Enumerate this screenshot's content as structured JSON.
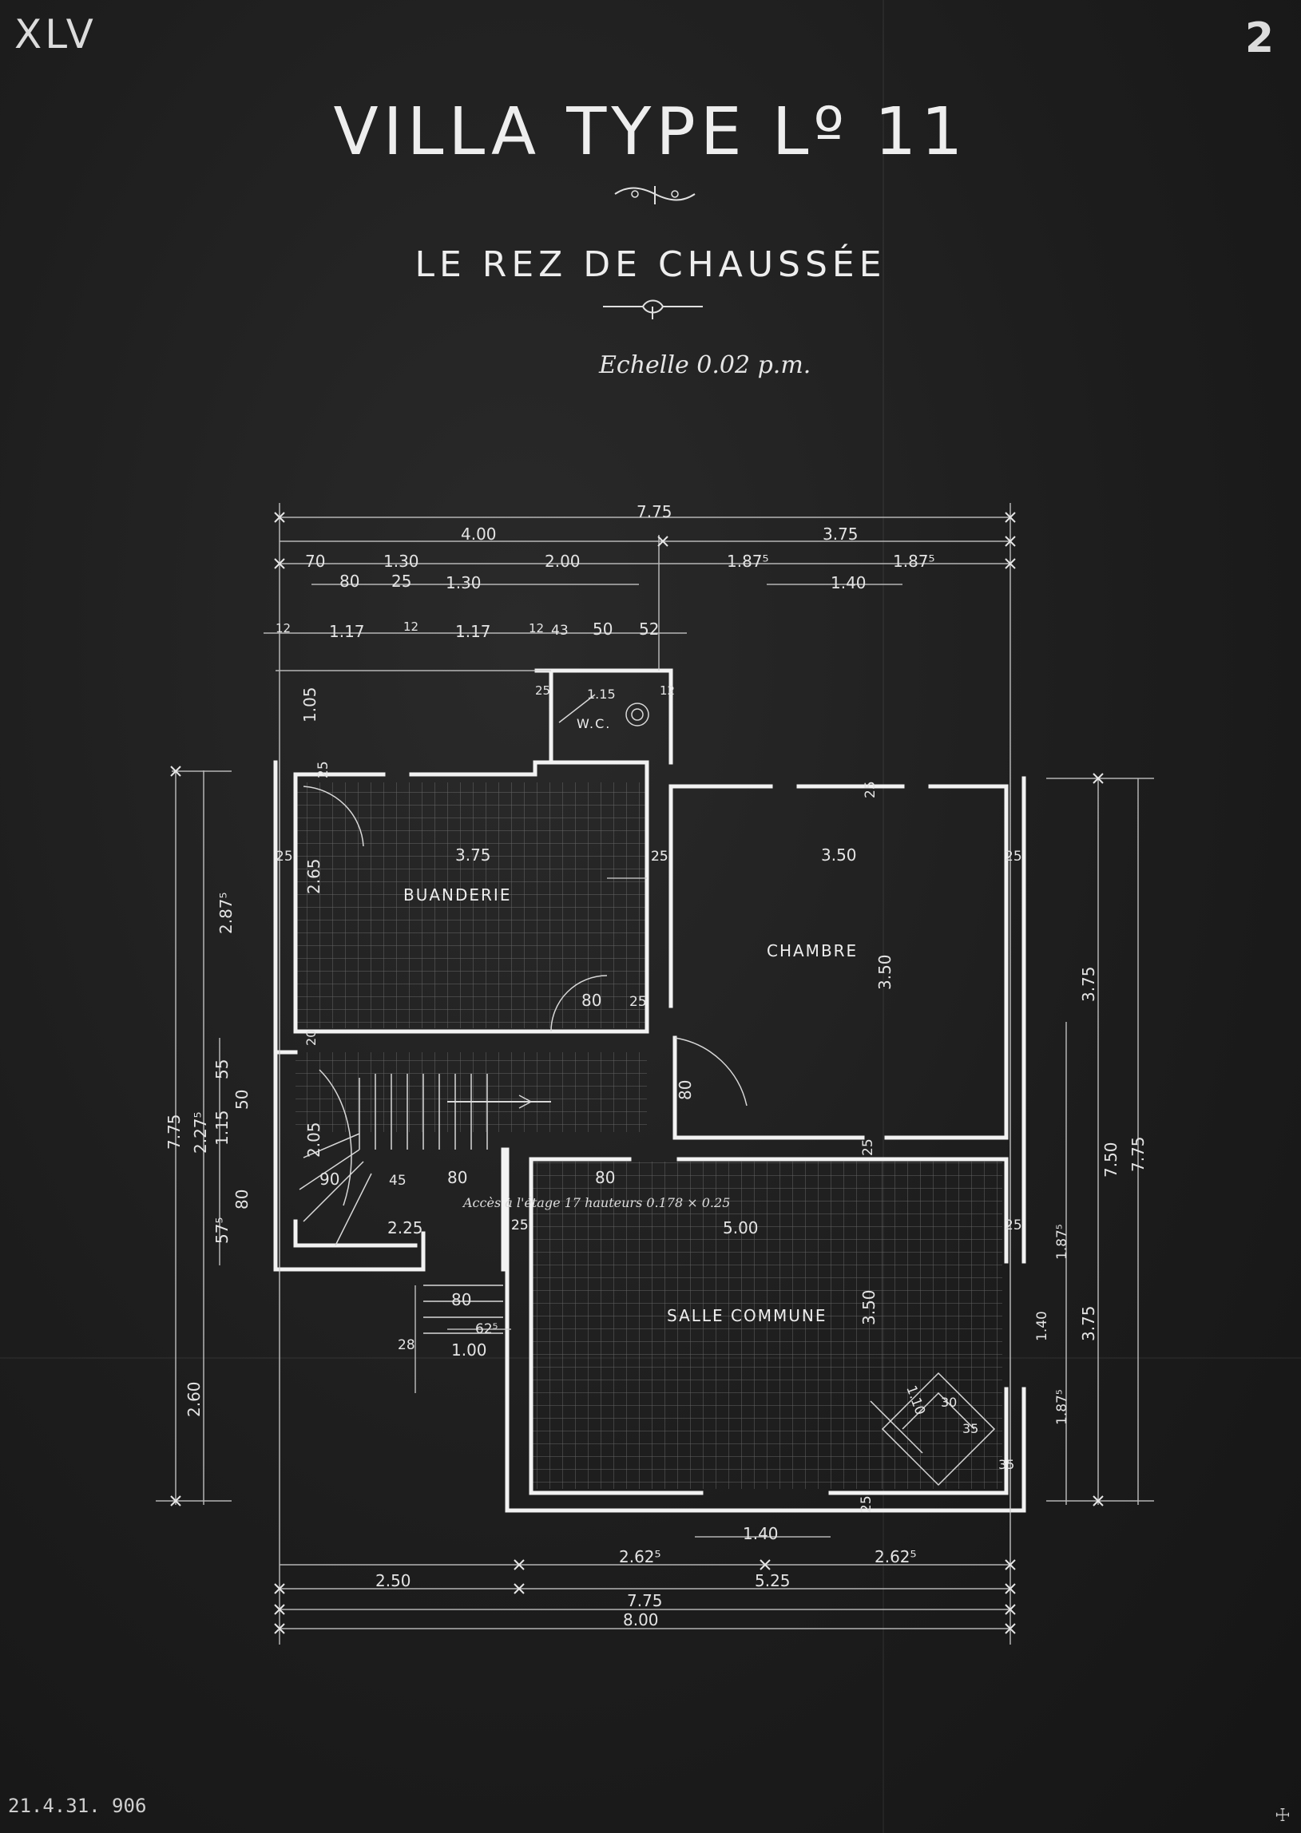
{
  "sheet": {
    "code": "XLV",
    "number": "2",
    "date_note": "21.4.31. 906"
  },
  "titles": {
    "main": "VILLA TYPE Lº 11",
    "sub": "LE REZ DE CHAUSSÉE",
    "scale": "Echelle 0.02 p.m."
  },
  "rooms": {
    "buanderie": "BUANDERIE",
    "chambre": "CHAMBRE",
    "salle": "SALLE COMMUNE",
    "wc": "W.C."
  },
  "notes": {
    "stair": "Accès à l'étage 17 hauteurs 0.178 × 0.25"
  },
  "dims": {
    "top_total": "7.75",
    "top_left": "4.00",
    "top_right": "3.75",
    "t_70": "70",
    "t_130a": "1.30",
    "t_200": "2.00",
    "t_187a": "1.87⁵",
    "t_187b": "1.87⁵",
    "t_80": "80",
    "t_25": "25",
    "t_130b": "1.30",
    "t_140top": "1.40",
    "r_12a": "12",
    "r_117a": "1.17",
    "r_12b": "12",
    "r_117b": "1.17",
    "r_12c": "12",
    "r_43": "43",
    "r_50": "50",
    "r_52": "52",
    "wc_115": "1.15",
    "wc_12": "12",
    "wc_25": "25",
    "v_105": "1.05",
    "b_25top": "25",
    "b_width": "3.75",
    "b_25l": "25",
    "b_25r": "25",
    "b_265": "2.65",
    "b_80": "80",
    "b_25b": "25",
    "c_width": "3.50",
    "c_25l": "25",
    "c_25r": "25",
    "c_25top": "25",
    "c_height": "3.50",
    "c_80": "80",
    "c_25bot": "25",
    "s_width": "5.00",
    "s_height": "3.50",
    "s_80": "80",
    "s_25l": "25",
    "s_25r": "25",
    "s_25bot": "25",
    "s_110": "1.10",
    "s_30": "30",
    "s_35a": "35",
    "s_35b": "35",
    "st_20": "20",
    "st_205": "2.05",
    "st_90": "90",
    "st_45": "45",
    "st_80": "80",
    "st_225": "2.25",
    "st_25": "25",
    "st_80b": "80",
    "st_625": "62⁵",
    "st_28": "28",
    "st_100": "1.00",
    "l_287": "2.87⁵",
    "l_775": "7.75",
    "l_2275": "2.27⁵",
    "l_55": "55",
    "l_50": "50",
    "l_115": "1.15",
    "l_80": "80",
    "l_575": "57⁵",
    "l_260": "2.60",
    "rr_375a": "3.75",
    "rr_750": "7.50",
    "rr_775": "7.75",
    "rr_1875a": "1.87⁵",
    "rr_140": "1.40",
    "rr_375b": "3.75",
    "rr_1875b": "1.87⁵",
    "bt_140": "1.40",
    "bt_2625a": "2.62⁵",
    "bt_2625b": "2.62⁵",
    "bt_250": "2.50",
    "bt_525": "5.25",
    "bt_775": "7.75",
    "bt_800": "8.00"
  }
}
